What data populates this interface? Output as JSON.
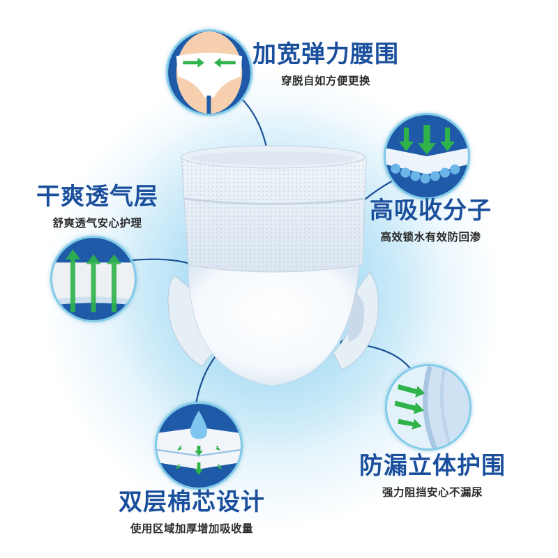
{
  "product": "pull-up adult diaper",
  "features": [
    {
      "id": "waist",
      "title": "加宽弹力腰围",
      "subtitle": "穿脱自如方便更换",
      "icon": "waistband-arrows-icon"
    },
    {
      "id": "breathable",
      "title": "干爽透气层",
      "subtitle": "舒爽透气安心护理",
      "icon": "breathable-layer-arrows-up-icon"
    },
    {
      "id": "absorbent",
      "title": "高吸收分子",
      "subtitle": "高效锁水有效防回渗",
      "icon": "polymer-absorb-arrows-down-icon"
    },
    {
      "id": "double_core",
      "title": "双层棉芯设计",
      "subtitle": "使用区域加厚增加吸收量",
      "icon": "water-drop-layers-icon"
    },
    {
      "id": "leak_guard",
      "title": "防漏立体护围",
      "subtitle": "强力阻挡安心不漏尿",
      "icon": "leak-guard-cuff-icon"
    }
  ],
  "colors": {
    "title": "#1a4f9c",
    "subtitle": "#2b2b2b",
    "accent_green": "#2fb34a",
    "circle_blue": "#1f5aa8",
    "background_glow": "#9fd8f0"
  }
}
